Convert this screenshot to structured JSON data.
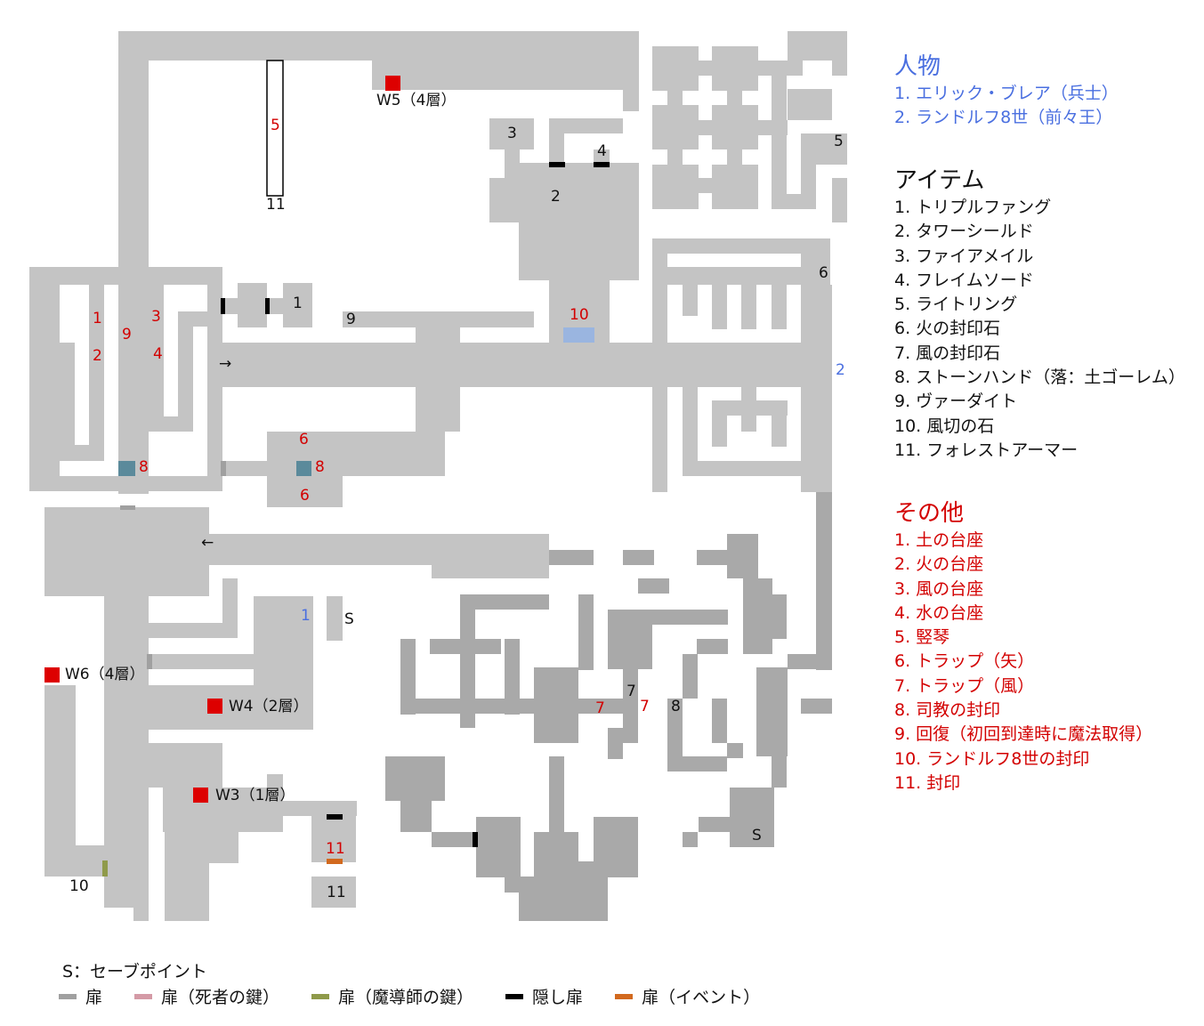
{
  "legend": {
    "characters": {
      "title": "人物",
      "items": [
        "1. エリック・ブレア（兵士）",
        "2. ランドルフ8世（前々王）"
      ]
    },
    "items": {
      "title": "アイテム",
      "items": [
        "1. トリプルファング",
        "2. タワーシールド",
        "3. ファイアメイル",
        "4. フレイムソード",
        "5. ライトリング",
        "6. 火の封印石",
        "7. 風の封印石",
        "8. ストーンハンド（落：土ゴーレム）",
        "9. ヴァーダイト",
        "10. 風切の石",
        "11. フォレストアーマー"
      ]
    },
    "other": {
      "title": "その他",
      "items": [
        "1. 土の台座",
        "2. 火の台座",
        "3. 風の台座",
        "4. 水の台座",
        "5. 竪琴",
        "6. トラップ（矢）",
        "7. トラップ（風）",
        "8. 司教の封印",
        "9. 回復（初回到達時に魔法取得）",
        "10. ランドルフ8世の封印",
        "11. 封印"
      ]
    }
  },
  "key": {
    "save": "S：セーブポイント",
    "door": "扉",
    "dead_key_door": "扉（死者の鍵）",
    "mage_key_door": "扉（魔導師の鍵）",
    "hidden_door": "隠し扉",
    "event_door": "扉（イベント）"
  },
  "colors": {
    "corridor": "#c4c4c4",
    "corridor_dark": "#a9a9a9",
    "door": "#a0a0a0",
    "dead_key_door": "#d49aa6",
    "mage_key_door": "#8f9a4a",
    "hidden_door": "#000000",
    "event_door": "#d2691e",
    "warp": "#dd0000",
    "seal": "#5b8a9b",
    "randolph_seal": "#9ab5e0"
  },
  "map": {
    "labels": {
      "w5": "W5（4層）",
      "w6": "W6（4層）",
      "w4": "W4（2層）",
      "w3": "W3（1層）",
      "other_5": "5",
      "item_11_a": "11",
      "item_3": "3",
      "item_4": "4",
      "item_2": "2",
      "item_5": "5",
      "item_6": "6",
      "item_1": "1",
      "item_9": "9",
      "other_10": "10",
      "person_2": "2",
      "other_1": "1",
      "other_2": "2",
      "other_9": "9",
      "other_3": "3",
      "other_4": "4",
      "arrow_right": "→",
      "other_8_a": "8",
      "other_6_a": "6",
      "other_8_b": "8",
      "other_6_b": "6",
      "arrow_left": "←",
      "person_1": "1",
      "save_a": "S",
      "other_7_a": "7",
      "item_7": "7",
      "other_7_b": "7",
      "item_8": "8",
      "other_11": "11",
      "item_11_b": "11",
      "item_10": "10",
      "save_b": "S"
    }
  }
}
